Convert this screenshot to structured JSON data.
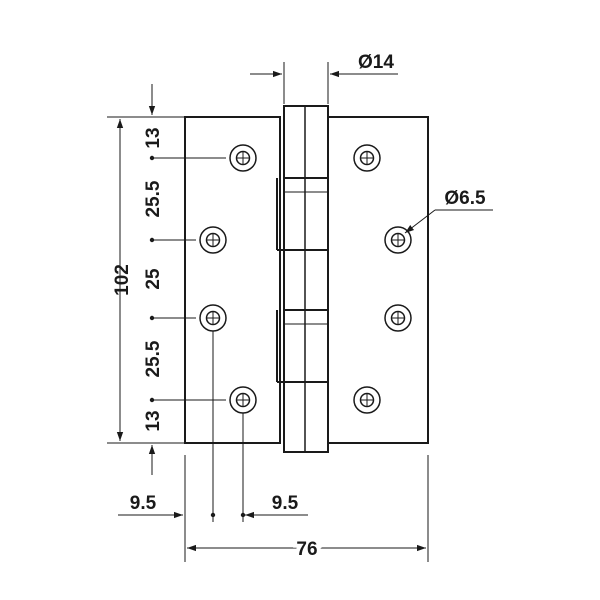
{
  "drawing": {
    "subject": "butt hinge dimension drawing",
    "line_color": "#1a1a1a",
    "background": "#ffffff",
    "dimensions": {
      "knuckle_diameter": "Ø14",
      "hole_diameter": "Ø6.5",
      "overall_height": "102",
      "overall_width": "76",
      "hole_offset_left": "9.5",
      "hole_offset_right": "9.5",
      "pitch_top_edge": "13",
      "pitch_1": "25.5",
      "pitch_2": "25",
      "pitch_3": "25.5",
      "pitch_bottom_edge": "13"
    }
  }
}
